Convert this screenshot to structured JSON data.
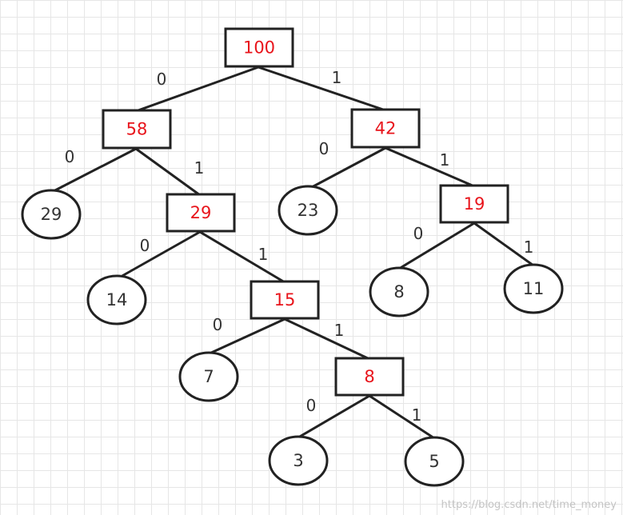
{
  "tree": {
    "internal_nodes": [
      {
        "id": "n100",
        "value": "100"
      },
      {
        "id": "n58",
        "value": "58"
      },
      {
        "id": "n42",
        "value": "42"
      },
      {
        "id": "n29i",
        "value": "29"
      },
      {
        "id": "n19",
        "value": "19"
      },
      {
        "id": "n15",
        "value": "15"
      },
      {
        "id": "n8i",
        "value": "8"
      }
    ],
    "leaf_nodes": [
      {
        "id": "l29",
        "value": "29"
      },
      {
        "id": "l23",
        "value": "23"
      },
      {
        "id": "l14",
        "value": "14"
      },
      {
        "id": "l8",
        "value": "8"
      },
      {
        "id": "l11",
        "value": "11"
      },
      {
        "id": "l7",
        "value": "7"
      },
      {
        "id": "l3",
        "value": "3"
      },
      {
        "id": "l5",
        "value": "5"
      }
    ],
    "edges": [
      {
        "from": "n100",
        "to": "n58",
        "label": "0"
      },
      {
        "from": "n100",
        "to": "n42",
        "label": "1"
      },
      {
        "from": "n58",
        "to": "l29",
        "label": "0"
      },
      {
        "from": "n58",
        "to": "n29i",
        "label": "1"
      },
      {
        "from": "n42",
        "to": "l23",
        "label": "0"
      },
      {
        "from": "n42",
        "to": "n19",
        "label": "1"
      },
      {
        "from": "n29i",
        "to": "l14",
        "label": "0"
      },
      {
        "from": "n29i",
        "to": "n15",
        "label": "1"
      },
      {
        "from": "n19",
        "to": "l8",
        "label": "0"
      },
      {
        "from": "n19",
        "to": "l11",
        "label": "1"
      },
      {
        "from": "n15",
        "to": "l7",
        "label": "0"
      },
      {
        "from": "n15",
        "to": "n8i",
        "label": "1"
      },
      {
        "from": "n8i",
        "to": "l3",
        "label": "0"
      },
      {
        "from": "n8i",
        "to": "l5",
        "label": "1"
      }
    ]
  },
  "colors": {
    "internal_value": "#e8141b",
    "leaf_value": "#333333",
    "outline": "#222222"
  },
  "watermark": "https://blog.csdn.net/time_money"
}
